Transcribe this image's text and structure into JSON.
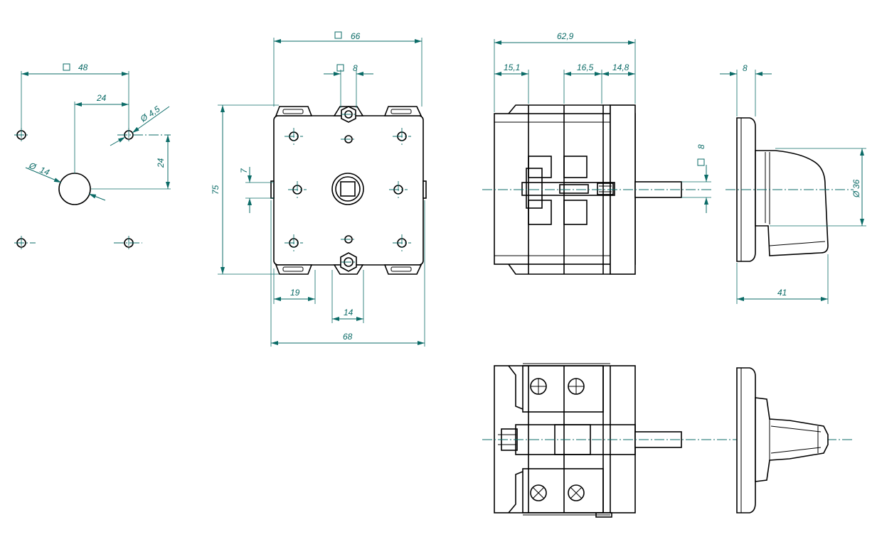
{
  "dimensions": {
    "mounting": {
      "square_48": "48",
      "offset_24": "24",
      "dia_4_5": "4,5",
      "vertical_24": "24",
      "dia_14": "14"
    },
    "front": {
      "square_66": "66",
      "square_8": "8",
      "height_75": "75",
      "gap_7": "7",
      "width_19": "19",
      "width_14": "14",
      "width_68": "68"
    },
    "side": {
      "length_62_9": "62,9",
      "length_15_1": "15,1",
      "length_16_5": "16,5",
      "length_14_8": "14,8",
      "shaft_square_8": "8"
    },
    "knob": {
      "depth_8": "8",
      "dia_36": "36",
      "length_41": "41"
    }
  },
  "symbols": {
    "square": "square-symbol",
    "diameter": "Ø"
  },
  "colors": {
    "dimension_line": "#0b6b67",
    "outline": "#000000"
  }
}
